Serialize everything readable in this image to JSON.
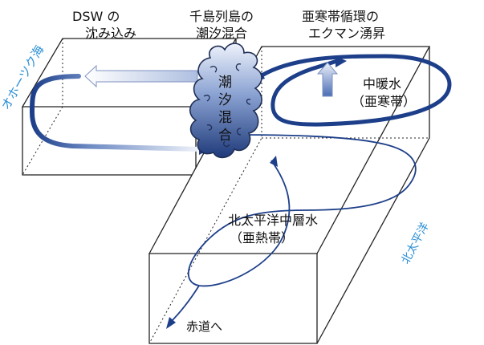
{
  "labels": {
    "dsw_line1": "DSW の",
    "dsw_line2": "沈み込み",
    "kuril_line1": "千島列島の",
    "kuril_line2": "潮汐混合",
    "ekman_line1": "亜寒帯循環の",
    "ekman_line2": "エクマン湧昇",
    "okhotsk": "オホーツク海",
    "tidal_v1": "潮",
    "tidal_v2": "汐",
    "tidal_v3": "混",
    "tidal_v4": "合",
    "mid_warm_line1": "中暖水",
    "mid_warm_line2": "（亜寒帯）",
    "npiw_line1": "北太平洋中層水",
    "npiw_line2": "（亜熱帯）",
    "north_pacific": "北太平洋",
    "to_equator": "赤道へ"
  },
  "colors": {
    "box_line": "#222222",
    "flow_dark": "#1d3f8a",
    "flow_light": "#eef2fb",
    "accent_text": "#2b8fd6",
    "cloud_dark": "#1f3a7a",
    "cloud_light": "#e8eef8"
  }
}
